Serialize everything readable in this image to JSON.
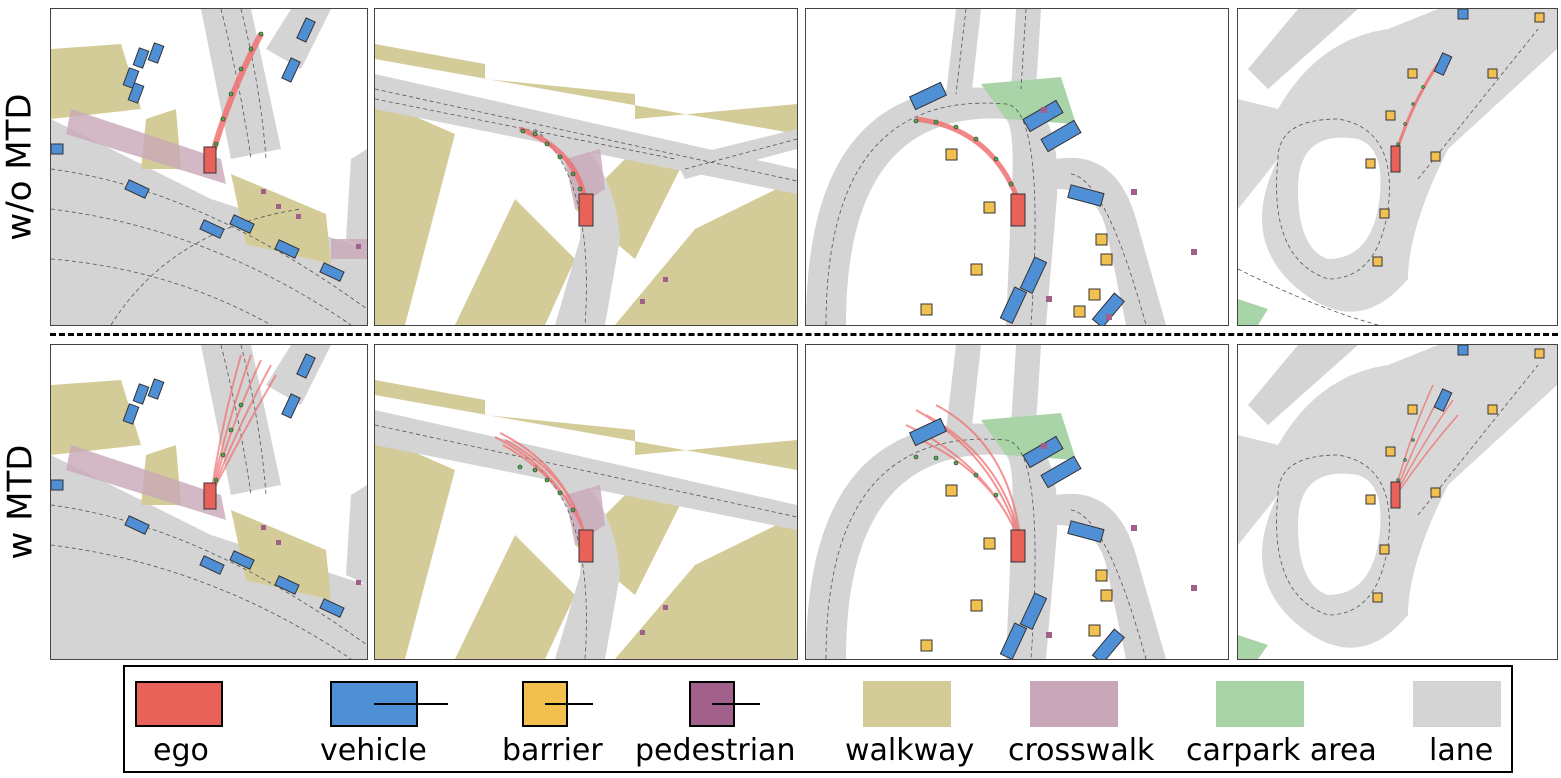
{
  "row_labels": [
    "w/o MTD",
    "w MTD"
  ],
  "legend": [
    {
      "key": "ego",
      "label": "ego",
      "color": "#e8625a",
      "heading_line": false
    },
    {
      "key": "vehicle",
      "label": "vehicle",
      "color": "#4f8fd6",
      "heading_line": true
    },
    {
      "key": "barrier",
      "label": "barrier",
      "color": "#f2c04e",
      "heading_line": true
    },
    {
      "key": "pedestrian",
      "label": "pedestrian",
      "color": "#a06089",
      "heading_line": true
    },
    {
      "key": "walkway",
      "label": "walkway",
      "color": "#d4cc98",
      "heading_line": false
    },
    {
      "key": "crosswalk",
      "label": "crosswalk",
      "color": "#c8a8b8",
      "heading_line": false
    },
    {
      "key": "carpark",
      "label": "carpark area",
      "color": "#a8d4a8",
      "heading_line": false
    },
    {
      "key": "lane",
      "label": "lane",
      "color": "#d4d4d4",
      "heading_line": false
    }
  ],
  "colors": {
    "ego": "#e8625a",
    "vehicle": "#4f8fd6",
    "barrier": "#f2c04e",
    "pedestrian": "#a06089",
    "walkway": "#d4cc98",
    "crosswalk": "#c8a8b8",
    "carpark": "#a8d4a8",
    "lane": "#d4d4d4",
    "trajectory": "#f07070",
    "waypoint": "#4caf50"
  }
}
